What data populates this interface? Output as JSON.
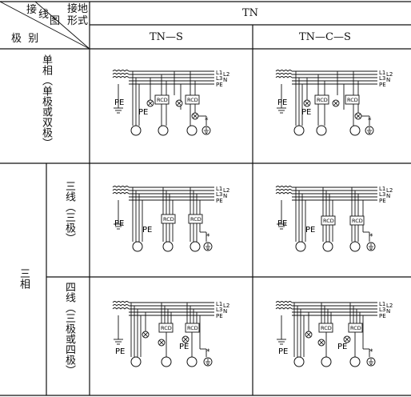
{
  "header": {
    "corner_top_a": "接",
    "corner_top_b": "线",
    "corner_mid": "图",
    "corner_right_a": "接地",
    "corner_right_b": "形式",
    "corner_bottom": "极  别",
    "group": "TN",
    "col_a": "TN—S",
    "col_b": "TN—C—S"
  },
  "rows": {
    "single_phase": "单相（单极或双极）",
    "three_phase": "三相",
    "three_wire": "三线（三极）",
    "four_wire": "四线（三极或四极）"
  },
  "diagram_text": {
    "l1": "L1",
    "l2": "L2",
    "l3": "L3",
    "n": "N",
    "pe": "PE",
    "rcd": "RCD",
    "star": "*"
  }
}
